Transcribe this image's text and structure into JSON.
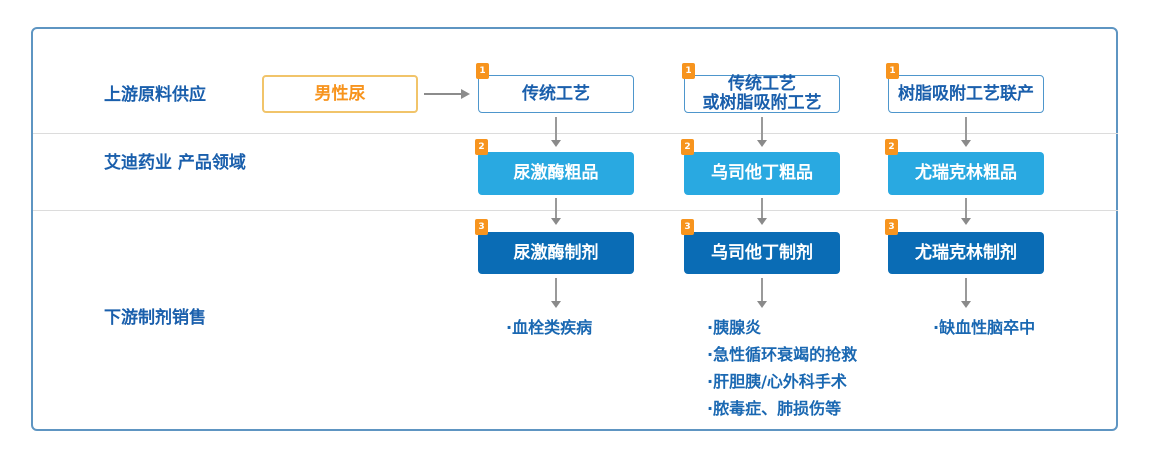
{
  "colors": {
    "label_blue": "#1A5FAC",
    "bullet_blue": "#1A68B2",
    "crude_box_blue": "#29A9E1",
    "formulation_box_blue": "#0A6CB5",
    "source_text_orange": "#F7941E",
    "source_border_yellow": "#F1C46A",
    "badge_orange": "#F7941E",
    "frame_border_blue": "#5E95C2",
    "arrow_gray": "#8C8C8C"
  },
  "row_labels": {
    "upstream": "上游原料供应",
    "company_line1": "艾迪药业",
    "company_line2": "产品领域",
    "downstream": "下游制剂销售"
  },
  "source": {
    "text": "男性尿"
  },
  "columns": [
    {
      "process": {
        "badge": "1",
        "lines": [
          "传统工艺"
        ]
      },
      "crude": {
        "badge": "2",
        "text": "尿激酶粗品"
      },
      "formulation": {
        "badge": "3",
        "text": "尿激酶制剂"
      },
      "indications": [
        "·血栓类疾病"
      ]
    },
    {
      "process": {
        "badge": "1",
        "lines": [
          "传统工艺",
          "或树脂吸附工艺"
        ]
      },
      "crude": {
        "badge": "2",
        "text": "乌司他丁粗品"
      },
      "formulation": {
        "badge": "3",
        "text": "乌司他丁制剂"
      },
      "indications": [
        "·胰腺炎",
        "·急性循环衰竭的抢救",
        "·肝胆胰/心外科手术",
        "·脓毒症、肺损伤等"
      ]
    },
    {
      "process": {
        "badge": "1",
        "lines": [
          "树脂吸附工艺联产"
        ]
      },
      "crude": {
        "badge": "2",
        "text": "尤瑞克林粗品"
      },
      "formulation": {
        "badge": "3",
        "text": "尤瑞克林制剂"
      },
      "indications": [
        "·缺血性脑卒中"
      ]
    }
  ]
}
